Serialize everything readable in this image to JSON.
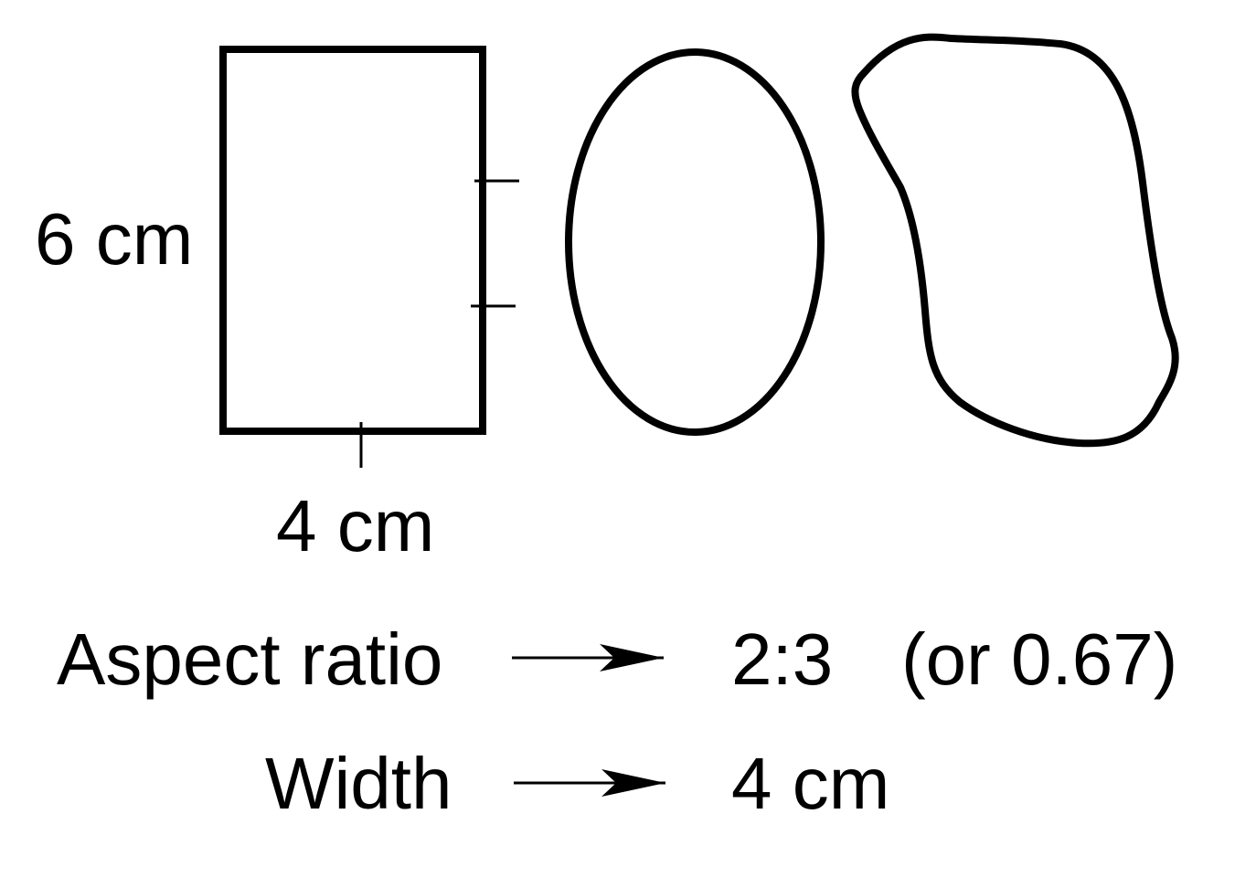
{
  "colors": {
    "stroke": "#000000",
    "background": "#ffffff"
  },
  "rectangle": {
    "height_label": "6 cm",
    "width_label": "4 cm"
  },
  "rows": {
    "aspect_ratio": {
      "label": "Aspect ratio",
      "value": "2:3",
      "alt": "(or 0.67)"
    },
    "width": {
      "label": "Width",
      "value": "4 cm"
    }
  }
}
